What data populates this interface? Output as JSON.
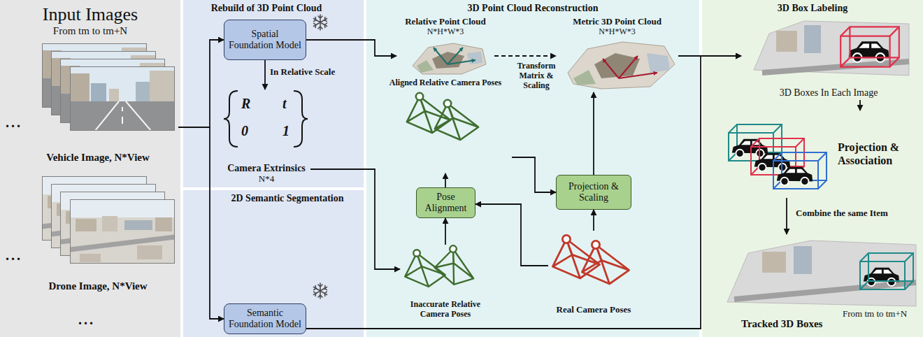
{
  "diagram": {
    "nodes": [
      {
        "text": [
          "Input Images",
          "From tm to tm+N"
        ]
      },
      {
        "text": [
          "Vehicle Image, N*View"
        ],
        "in": 0
      },
      {
        "text": [
          "Drone Image, N*View"
        ],
        "in": 0
      },
      {
        "text": [
          "Rebuild of 3D Point Cloud"
        ]
      },
      {
        "text": [
          "Spatial Foundation Model"
        ],
        "in": 3
      },
      {
        "text": [
          "Camera Extrinsics",
          "N*4"
        ],
        "in": 3
      },
      {
        "text": [
          "2D Semantic Segmentation"
        ]
      },
      {
        "text": [
          "Semantic Foundation Model"
        ],
        "in": 6
      },
      {
        "text": [
          "3D Point Cloud Reconstruction"
        ]
      },
      {
        "text": [
          "Relative Point Cloud",
          "N*H*W*3"
        ],
        "in": 8
      },
      {
        "text": [
          "Metric 3D Point Cloud",
          "N*H*W*3"
        ],
        "in": 8
      },
      {
        "text": [
          "Aligned Relative Camera Poses"
        ],
        "in": 8
      },
      {
        "text": [
          "Pose Alignment"
        ],
        "in": 8
      },
      {
        "text": [
          "Projection & Scaling"
        ],
        "in": 8
      },
      {
        "text": [
          "Inaccurate Relative Camera Poses"
        ],
        "in": 8
      },
      {
        "text": [
          "Real Camera Poses"
        ],
        "in": 8
      },
      {
        "text": [
          "3D Box Labeling"
        ]
      },
      {
        "text": [
          "3D Boxes In Each Image"
        ],
        "in": 16
      },
      {
        "text": [
          "Projection & Association"
        ],
        "in": 16
      },
      {
        "text": [
          "Tracked 3D Boxes"
        ],
        "in": 16
      }
    ],
    "edges": [
      {
        "from": 1,
        "to": 4,
        "arrow": "to"
      },
      {
        "from": 1,
        "to": 7,
        "arrow": "to"
      },
      {
        "from": 4,
        "to": 5,
        "label": "In Relative Scale",
        "arrow": "to"
      },
      {
        "from": 4,
        "to": 9,
        "arrow": "to"
      },
      {
        "from": 9,
        "to": 10,
        "label": "Transform Matrix & Scaling",
        "arrow": "to"
      },
      {
        "from": 5,
        "to": 14,
        "arrow": "to"
      },
      {
        "from": 14,
        "to": 12,
        "arrow": "to"
      },
      {
        "from": 12,
        "to": 11,
        "arrow": "to"
      },
      {
        "from": 15,
        "to": 12,
        "arrow": "to"
      },
      {
        "from": 11,
        "to": 13,
        "arrow": "to"
      },
      {
        "from": 15,
        "to": 13,
        "arrow": "to"
      },
      {
        "from": 13,
        "to": 10,
        "arrow": "to"
      },
      {
        "from": 10,
        "to": 17,
        "arrow": "to"
      },
      {
        "from": 7,
        "to": 17,
        "arrow": "to"
      },
      {
        "from": 17,
        "to": 18,
        "arrow": "to"
      },
      {
        "from": 18,
        "to": 19,
        "label": "Combine the same Item",
        "arrow": "to"
      }
    ],
    "labels": [
      "...",
      "...",
      "...",
      "R",
      "t",
      "0",
      "1",
      "From tm to tm+N"
    ]
  }
}
